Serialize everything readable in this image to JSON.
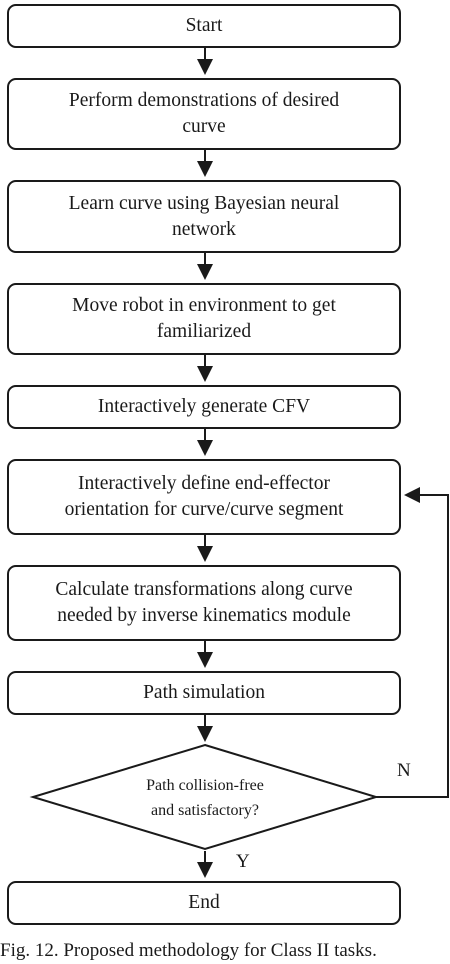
{
  "steps": {
    "start": "Start",
    "demonstrations": [
      "Perform demonstrations of desired",
      "curve"
    ],
    "learn": [
      "Learn curve using Bayesian neural",
      "network"
    ],
    "move": [
      "Move robot in environment to get",
      "familiarized"
    ],
    "cfv": "Interactively generate CFV",
    "orientation": [
      "Interactively define end-effector",
      "orientation for curve/curve segment"
    ],
    "transformations": [
      "Calculate transformations along curve",
      "needed by inverse kinematics module"
    ],
    "simulation": "Path simulation",
    "decision": [
      "Path collision-free",
      "and satisfactory?"
    ],
    "end": "End"
  },
  "branches": {
    "no": "N",
    "yes": "Y"
  },
  "caption": "Fig. 12.  Proposed methodology for Class II tasks."
}
